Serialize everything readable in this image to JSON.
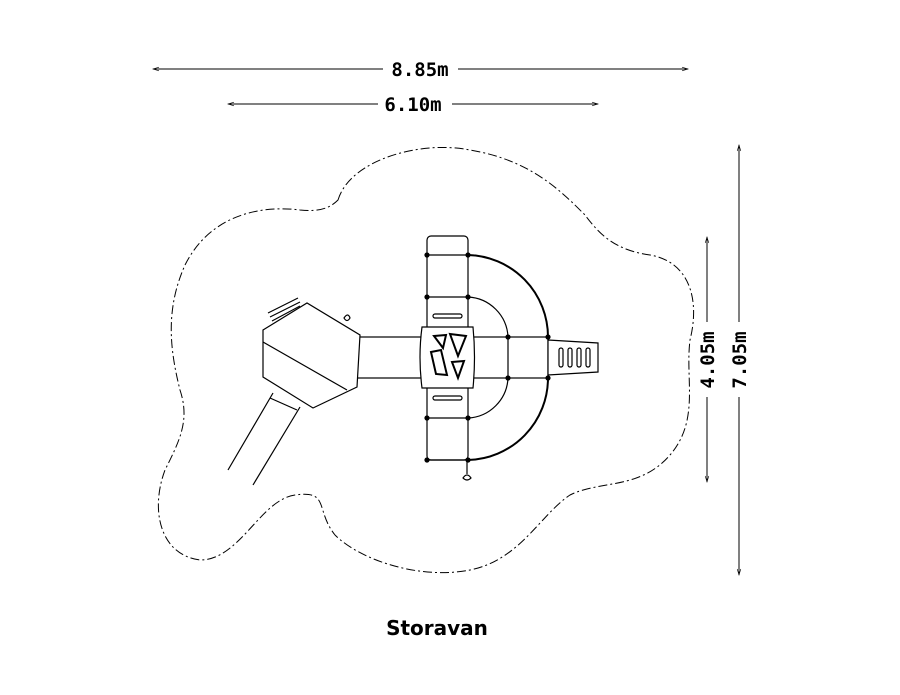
{
  "dimensions": {
    "overall_width": "8.85m",
    "structure_width": "6.10m",
    "structure_depth": "4.05m",
    "overall_depth": "7.05m"
  },
  "title": "Storavan",
  "colors": {
    "line": "#000000",
    "background": "#ffffff"
  }
}
